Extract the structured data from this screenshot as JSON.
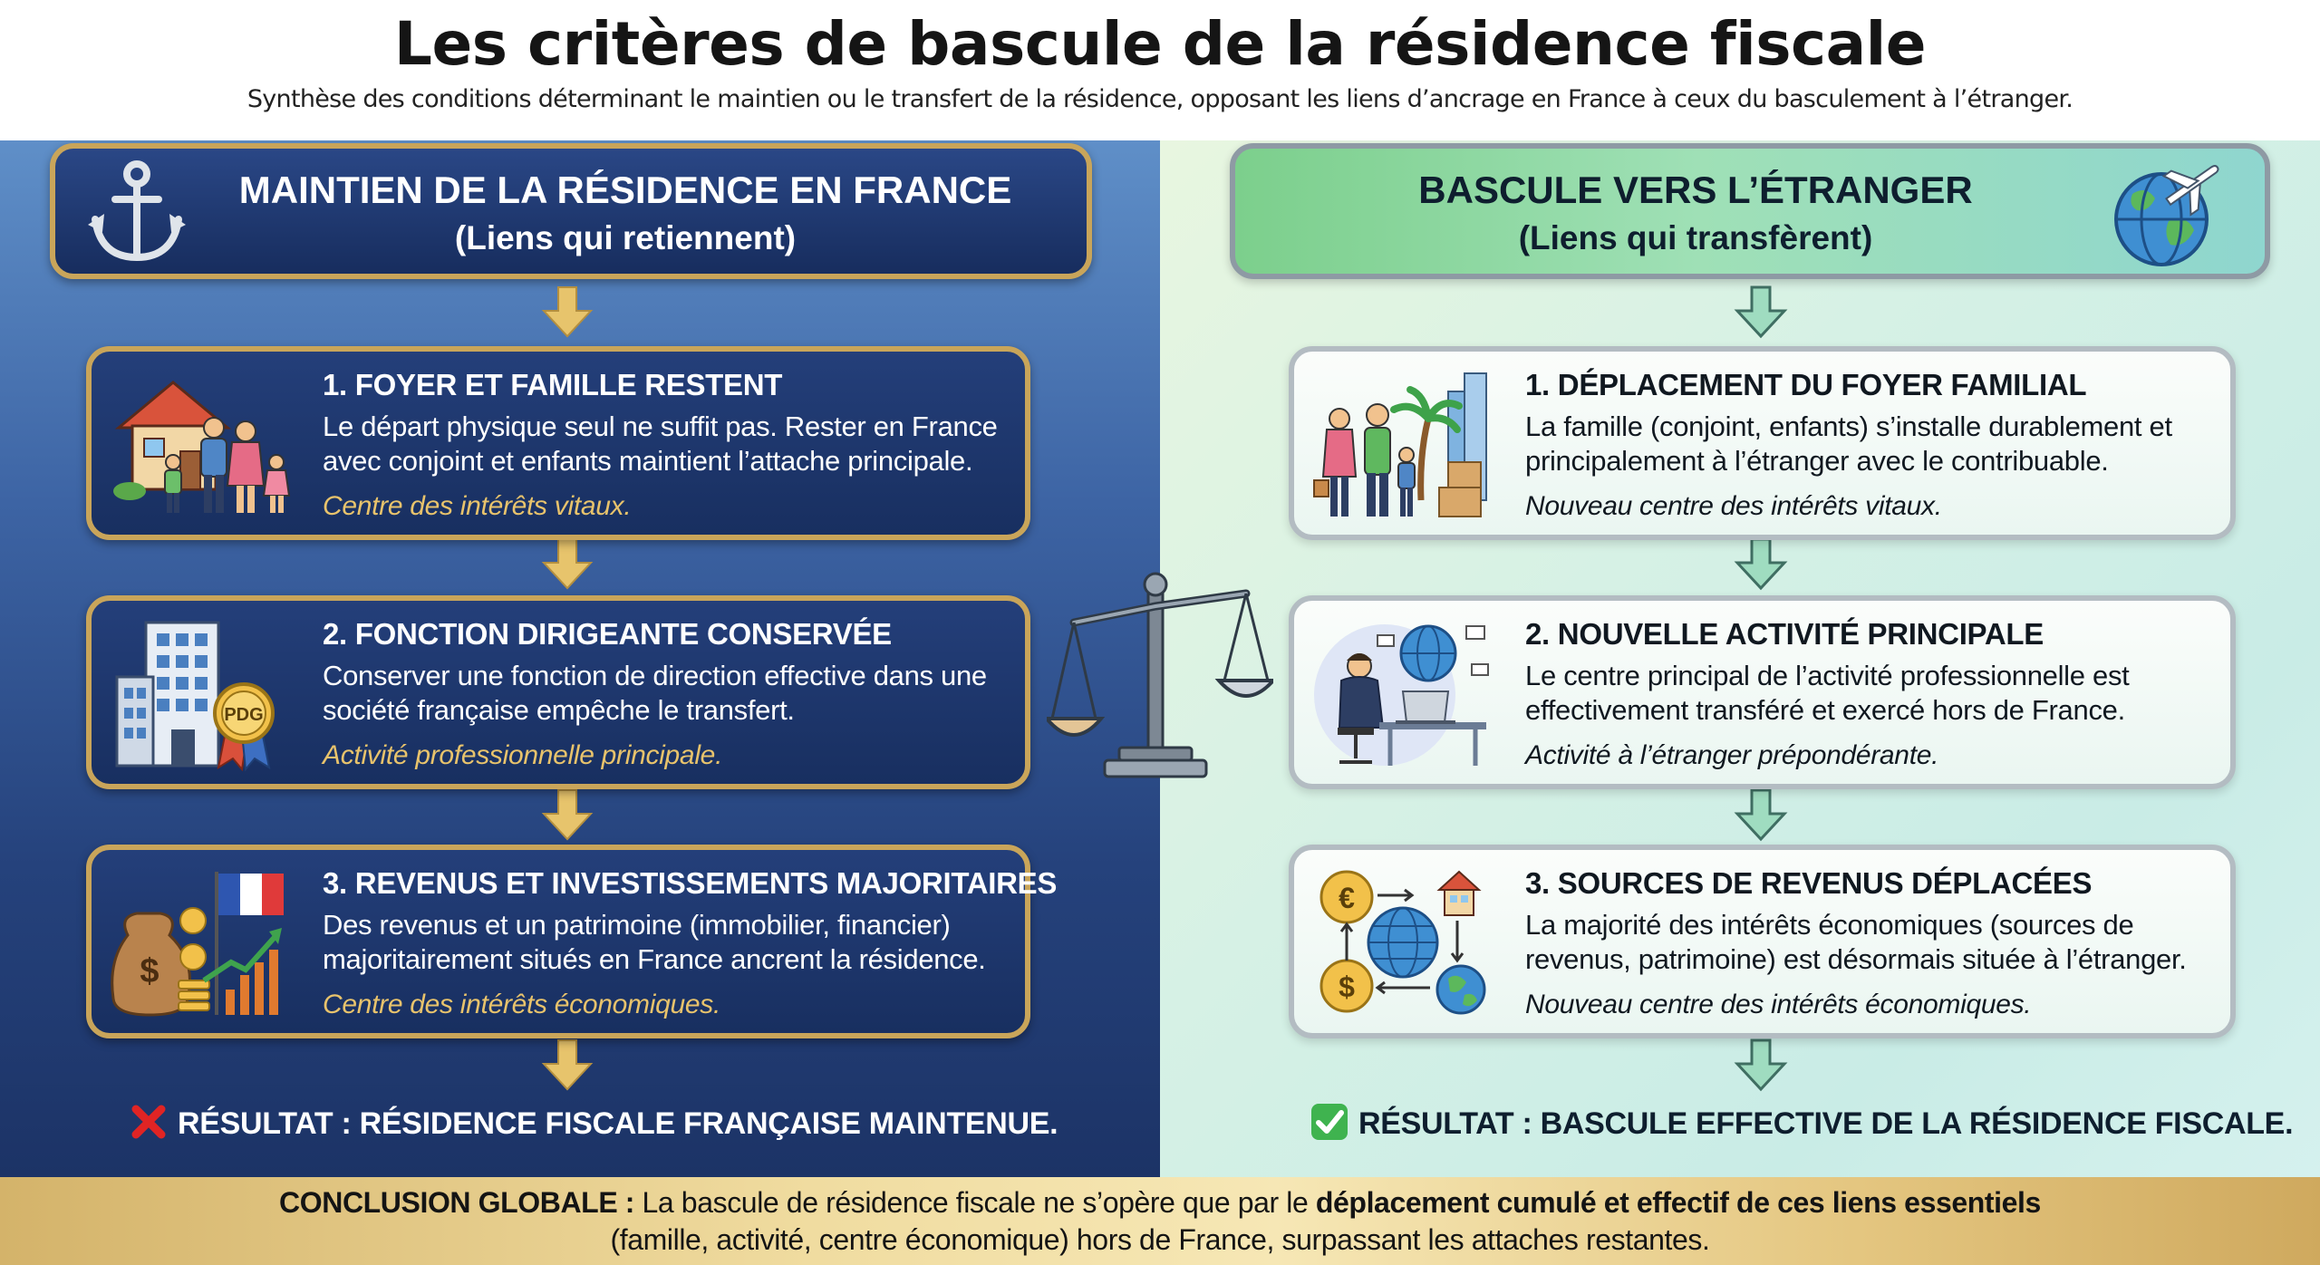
{
  "header": {
    "title": "Les critères de bascule de la résidence fiscale",
    "subtitle": "Synthèse des conditions déterminant le maintien ou le transfert de la résidence, opposant les liens d’ancrage en France à ceux du basculement à l’étranger."
  },
  "left": {
    "title": "MAINTIEN DE LA RÉSIDENCE EN FRANCE",
    "subtitle": "(Liens qui retiennent)",
    "icon": "anchor-icon",
    "cards": [
      {
        "title": "1. FOYER ET FAMILLE RESTENT",
        "desc": "Le départ physique seul ne suffit pas. Rester en France avec conjoint et enfants maintient l’attache principale.",
        "note": "Centre des intérêts vitaux.",
        "icon": "family-house-icon"
      },
      {
        "title": "2. FONCTION DIRIGEANTE CONSERVÉE",
        "desc": "Conserver une fonction de direction effective dans une société française empêche le transfert.",
        "note": "Activité professionnelle principale.",
        "icon": "building-pdg-badge-icon",
        "badge": "PDG"
      },
      {
        "title": "3. REVENUS ET INVESTISSEMENTS MAJORITAIRES",
        "desc": "Des revenus et un patrimoine (immobilier, financier) majoritairement situés en France ancrent la résidence.",
        "note": "Centre des intérêts économiques.",
        "icon": "money-bag-french-flag-icon"
      }
    ],
    "result": "RÉSULTAT : RÉSIDENCE FISCALE FRANÇAISE MAINTENUE."
  },
  "right": {
    "title": "BASCULE VERS L’ÉTRANGER",
    "subtitle": "(Liens qui transfèrent)",
    "icon": "globe-airplane-icon",
    "cards": [
      {
        "title": "1. DÉPLACEMENT DU FOYER FAMILIAL",
        "desc": "La famille (conjoint, enfants) s’installe durablement et principalement à l’étranger avec le contribuable.",
        "note": "Nouveau centre des intérêts vitaux.",
        "icon": "family-palm-city-icon"
      },
      {
        "title": "2. NOUVELLE ACTIVITÉ PRINCIPALE",
        "desc": "Le centre principal de l’activité professionnelle est effectivement transféré et exercé hors de France.",
        "note": "Activité à l’étranger prépondérante.",
        "icon": "remote-worker-globe-icon"
      },
      {
        "title": "3. SOURCES DE REVENUS DÉPLACÉES",
        "desc": "La majorité des intérêts économiques (sources de revenus, patrimoine) est désormais située à l’étranger.",
        "note": "Nouveau centre des intérêts économiques.",
        "icon": "currency-globe-exchange-icon"
      }
    ],
    "result": "RÉSULTAT : BASCULE EFFECTIVE DE LA RÉSIDENCE FISCALE."
  },
  "footer": {
    "label": "CONCLUSION GLOBALE :",
    "text1": " La bascule de résidence fiscale ne s’opère que par le ",
    "emph": "déplacement cumulé et effectif de ces liens essentiels",
    "text2": "(famille, activité, centre économique) hors de France, surpassant les attaches restantes."
  },
  "colors": {
    "gold": "#c9a55a",
    "navy": "#1c3366",
    "mint": "#9fe0b6",
    "note_gold": "#e8c36c"
  }
}
